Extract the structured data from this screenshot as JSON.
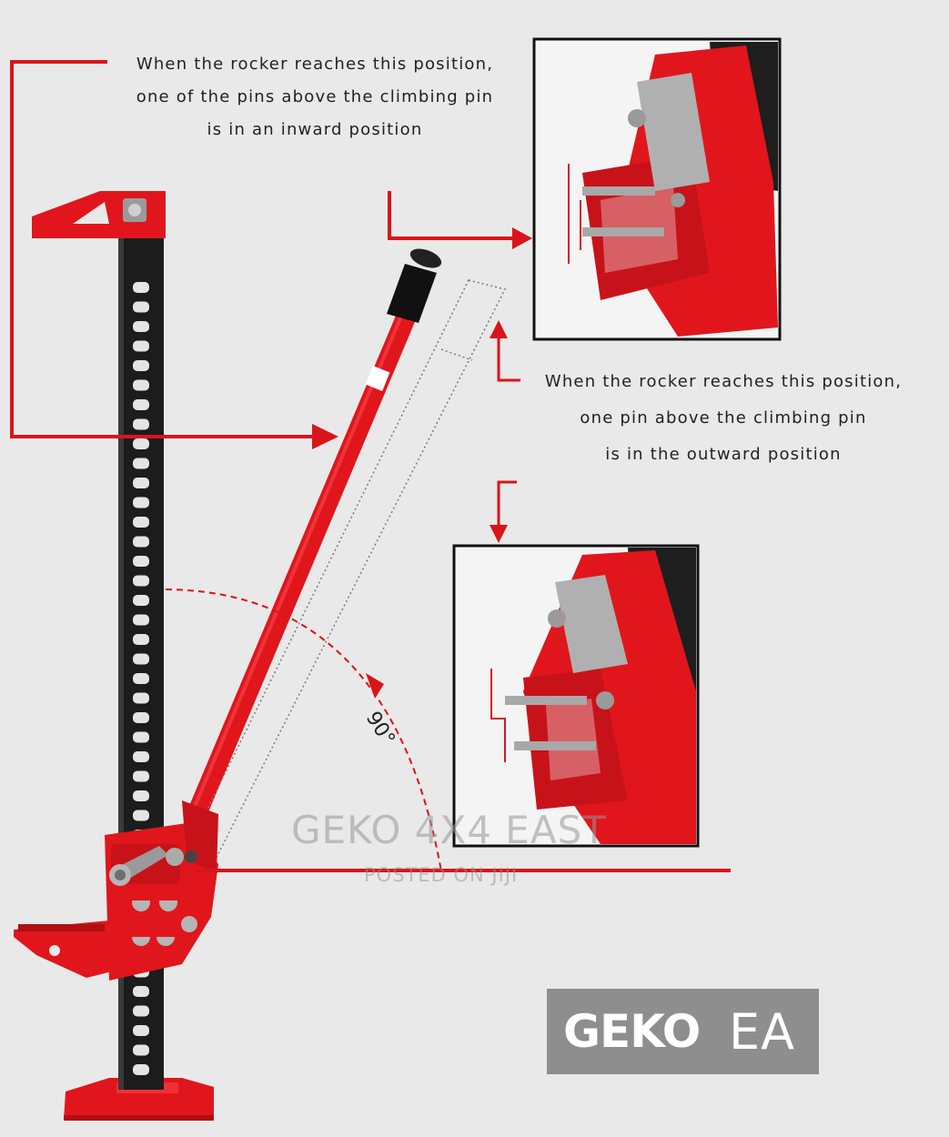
{
  "diagram": {
    "caption_inward": {
      "line1": "When the rocker reaches this position,",
      "line2": "one of the pins above the climbing pin",
      "line3": "is in an inward position"
    },
    "caption_outward": {
      "line1": "When the rocker reaches this position,",
      "line2": "one pin above the climbing pin",
      "line3": "is in the outward position"
    },
    "angle_label": "90°"
  },
  "watermark": {
    "main": "GEKO 4X4 EAST",
    "sub": "POSTED ON JIJI"
  },
  "brand": {
    "strong": "GEKO",
    "light": "EA"
  },
  "colors": {
    "jack_red": "#e0161c",
    "arrow_red": "#d9151b",
    "bar_black": "#1c1c1c",
    "background": "#e9e9e9",
    "brand_box": "#8e8e8e"
  }
}
